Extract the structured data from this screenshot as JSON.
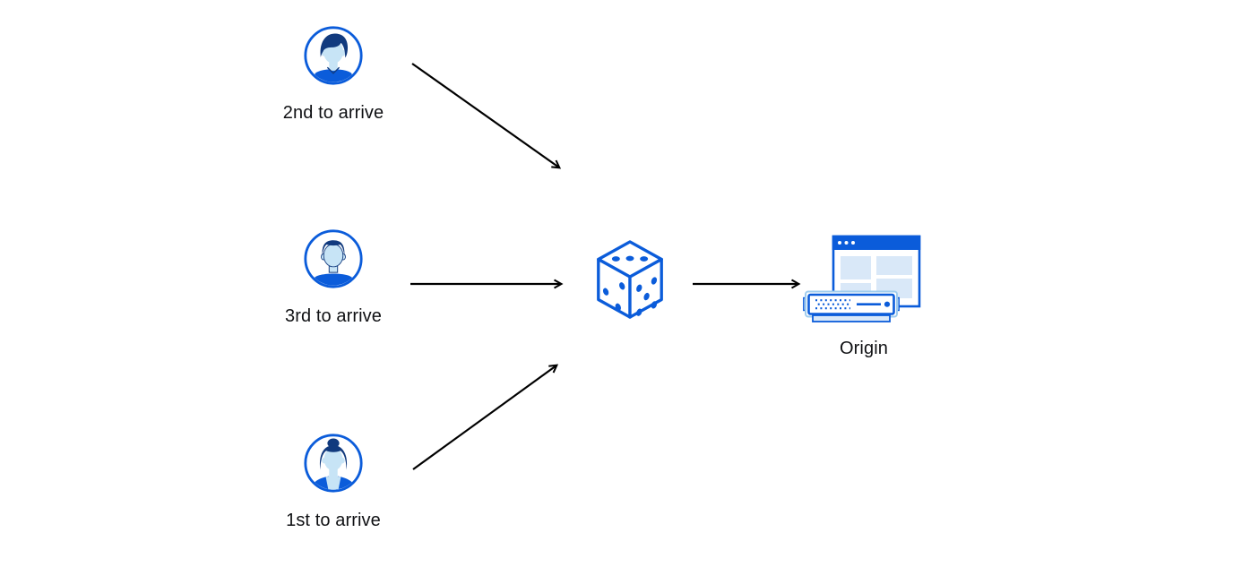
{
  "diagram": {
    "description": "Three visitors arriving in different order are routed through a randomizer (dice) to an origin server",
    "colors": {
      "primary_blue": "#0b5cda",
      "dark_navy": "#113a7e",
      "light_blue": "#c7e4f6",
      "panel_blue": "#d9e8f8",
      "halo_blue": "#9fccee",
      "arrow_black": "#000000",
      "label_text": "#101114"
    },
    "nodes": {
      "user_top": {
        "label": "2nd to arrive",
        "icon": "person-male-avatar-icon"
      },
      "user_middle": {
        "label": "3rd to arrive",
        "icon": "person-male-flattop-avatar-icon"
      },
      "user_bottom": {
        "label": "1st to arrive",
        "icon": "person-female-avatar-icon"
      },
      "randomizer": {
        "icon": "dice-icon",
        "label": ""
      },
      "origin": {
        "label": "Origin",
        "icon": "origin-server-browser-icon"
      }
    },
    "edges": [
      {
        "from": "user_top",
        "to": "randomizer"
      },
      {
        "from": "user_middle",
        "to": "randomizer"
      },
      {
        "from": "user_bottom",
        "to": "randomizer"
      },
      {
        "from": "randomizer",
        "to": "origin"
      }
    ]
  }
}
